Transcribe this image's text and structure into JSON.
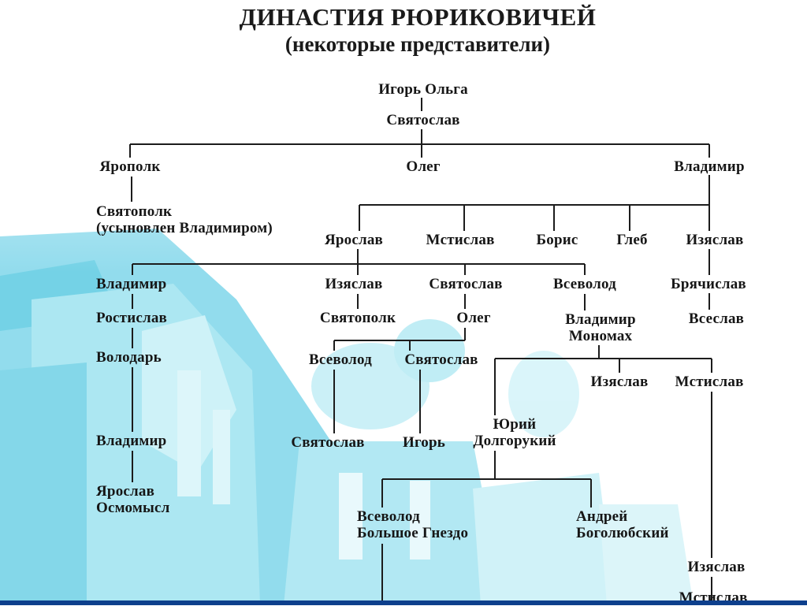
{
  "title": "ДИНАСТИЯ РЮРИКОВИЧЕЙ",
  "subtitle": "(некоторые представители)",
  "nodes": {
    "igor_olga": "Игорь Ольга",
    "svyatoslav": "Святослав",
    "yaropolk": "Ярополк",
    "oleg1": "Олег",
    "vladimir1": "Владимир",
    "svyatopolk1": [
      "Святополк",
      "(усыновлен Владимиром)"
    ],
    "yaroslav": "Ярослав",
    "mstislav1": "Мстислав",
    "boris": "Борис",
    "gleb": "Глеб",
    "izyaslav1": "Изяслав",
    "bryachislav": "Брячислав",
    "vseslav": "Всеслав",
    "vladimir2": "Владимир",
    "rostislav": "Ростислав",
    "volodar": "Володарь",
    "vladimir3": "Владимир",
    "yaroslav_osm": [
      "Ярослав",
      "Осмомысл"
    ],
    "izyaslav2": "Изяслав",
    "svyatopolk2": "Святополк",
    "svyatoslav2": "Святослав",
    "oleg2": "Олег",
    "vsevolod1": "Всеволод",
    "vladimir_mon": [
      "Владимир",
      "Мономах"
    ],
    "vsevolod2": "Всеволод",
    "svyatoslav3": "Святослав",
    "svyatoslav4": "Святослав",
    "igor2": "Игорь",
    "izyaslav3": "Изяслав",
    "mstislav2": "Мстислав",
    "yuri": [
      "Юрий",
      "Долгорукий"
    ],
    "vsevolod_bg": [
      "Всеволод",
      "Большое Гнездо"
    ],
    "andrey": [
      "Андрей",
      "Боголюбский"
    ],
    "izyaslav4": "Изяслав",
    "mstislav3": "Мстислав"
  },
  "colors": {
    "line": "#1c1c1c",
    "text": "#161616",
    "background_tint": "#8ee0ee",
    "bottom_bar": "#0d3f8c"
  }
}
